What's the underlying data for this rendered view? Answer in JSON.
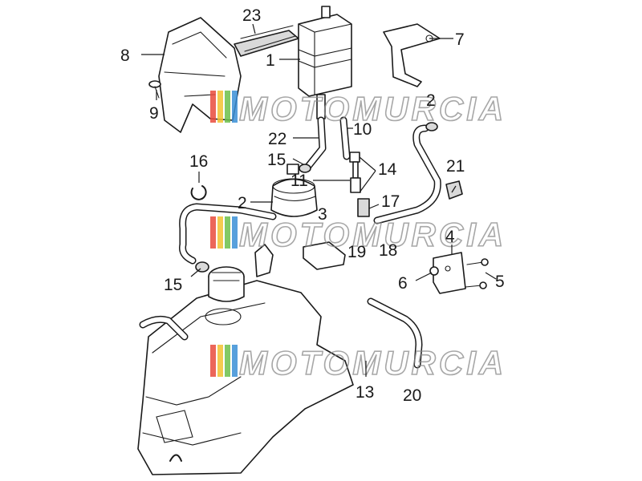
{
  "diagram": {
    "callouts": [
      "1",
      "2",
      "2",
      "3",
      "4",
      "5",
      "6",
      "7",
      "8",
      "9",
      "10",
      "11",
      "13",
      "14",
      "15",
      "15",
      "16",
      "17",
      "18",
      "19",
      "20",
      "21",
      "22",
      "23"
    ]
  },
  "watermark": {
    "text": "MOTOMURCIA",
    "stripe_colors": [
      "#e94b3c",
      "#f2c230",
      "#6cbf4a",
      "#3a8fd6"
    ]
  }
}
